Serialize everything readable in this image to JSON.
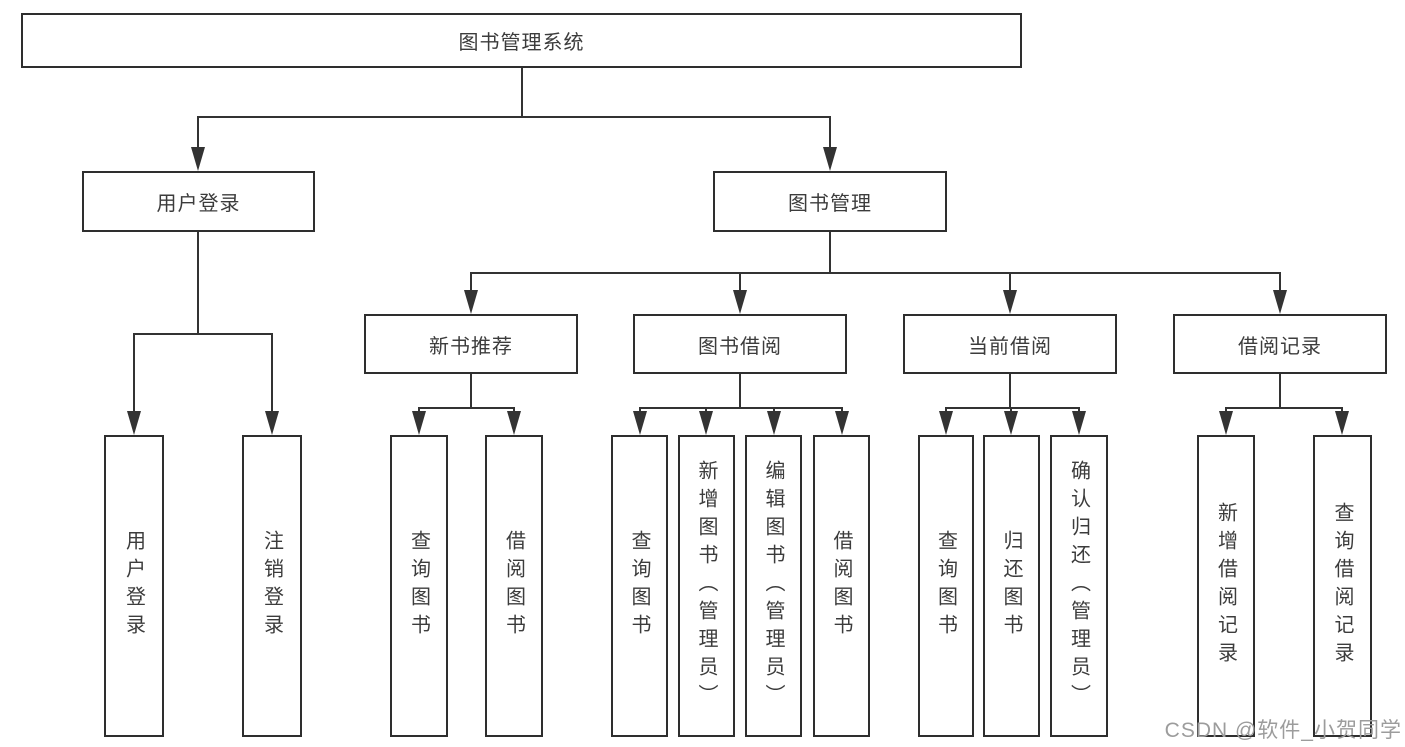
{
  "diagram": {
    "title": "图书管理系统",
    "nodes": {
      "root": "图书管理系统",
      "user_login": "用户登录",
      "book_mgmt": "图书管理",
      "new_book_rec": "新书推荐",
      "book_borrow": "图书借阅",
      "current_borrow": "当前借阅",
      "borrow_records": "借阅记录",
      "leaf_user_login": "用户登录",
      "leaf_logout": "注销登录",
      "leaf_nbr_query": "查询图书",
      "leaf_nbr_borrow": "借阅图书",
      "leaf_bb_query": "查询图书",
      "leaf_bb_add": "新增图书（管理员）",
      "leaf_bb_edit": "编辑图书（管理员）",
      "leaf_bb_borrow": "借阅图书",
      "leaf_cb_query": "查询图书",
      "leaf_cb_return": "归还图书",
      "leaf_cb_confirm": "确认归还（管理员）",
      "leaf_br_add": "新增借阅记录",
      "leaf_br_query": "查询借阅记录"
    },
    "structure": [
      {
        "parent": "root",
        "children": [
          "user_login",
          "book_mgmt"
        ]
      },
      {
        "parent": "user_login",
        "children": [
          "leaf_user_login",
          "leaf_logout"
        ]
      },
      {
        "parent": "book_mgmt",
        "children": [
          "new_book_rec",
          "book_borrow",
          "current_borrow",
          "borrow_records"
        ]
      },
      {
        "parent": "new_book_rec",
        "children": [
          "leaf_nbr_query",
          "leaf_nbr_borrow"
        ]
      },
      {
        "parent": "book_borrow",
        "children": [
          "leaf_bb_query",
          "leaf_bb_add",
          "leaf_bb_edit",
          "leaf_bb_borrow"
        ]
      },
      {
        "parent": "current_borrow",
        "children": [
          "leaf_cb_query",
          "leaf_cb_return",
          "leaf_cb_confirm"
        ]
      },
      {
        "parent": "borrow_records",
        "children": [
          "leaf_br_add",
          "leaf_br_query"
        ]
      }
    ]
  },
  "watermark": "CSDN @软件_小贺同学",
  "colors": {
    "line": "#333333",
    "border": "#2e2e2e",
    "text": "#3c3c3c",
    "watermark": "#9c9c9c",
    "background": "#ffffff"
  }
}
